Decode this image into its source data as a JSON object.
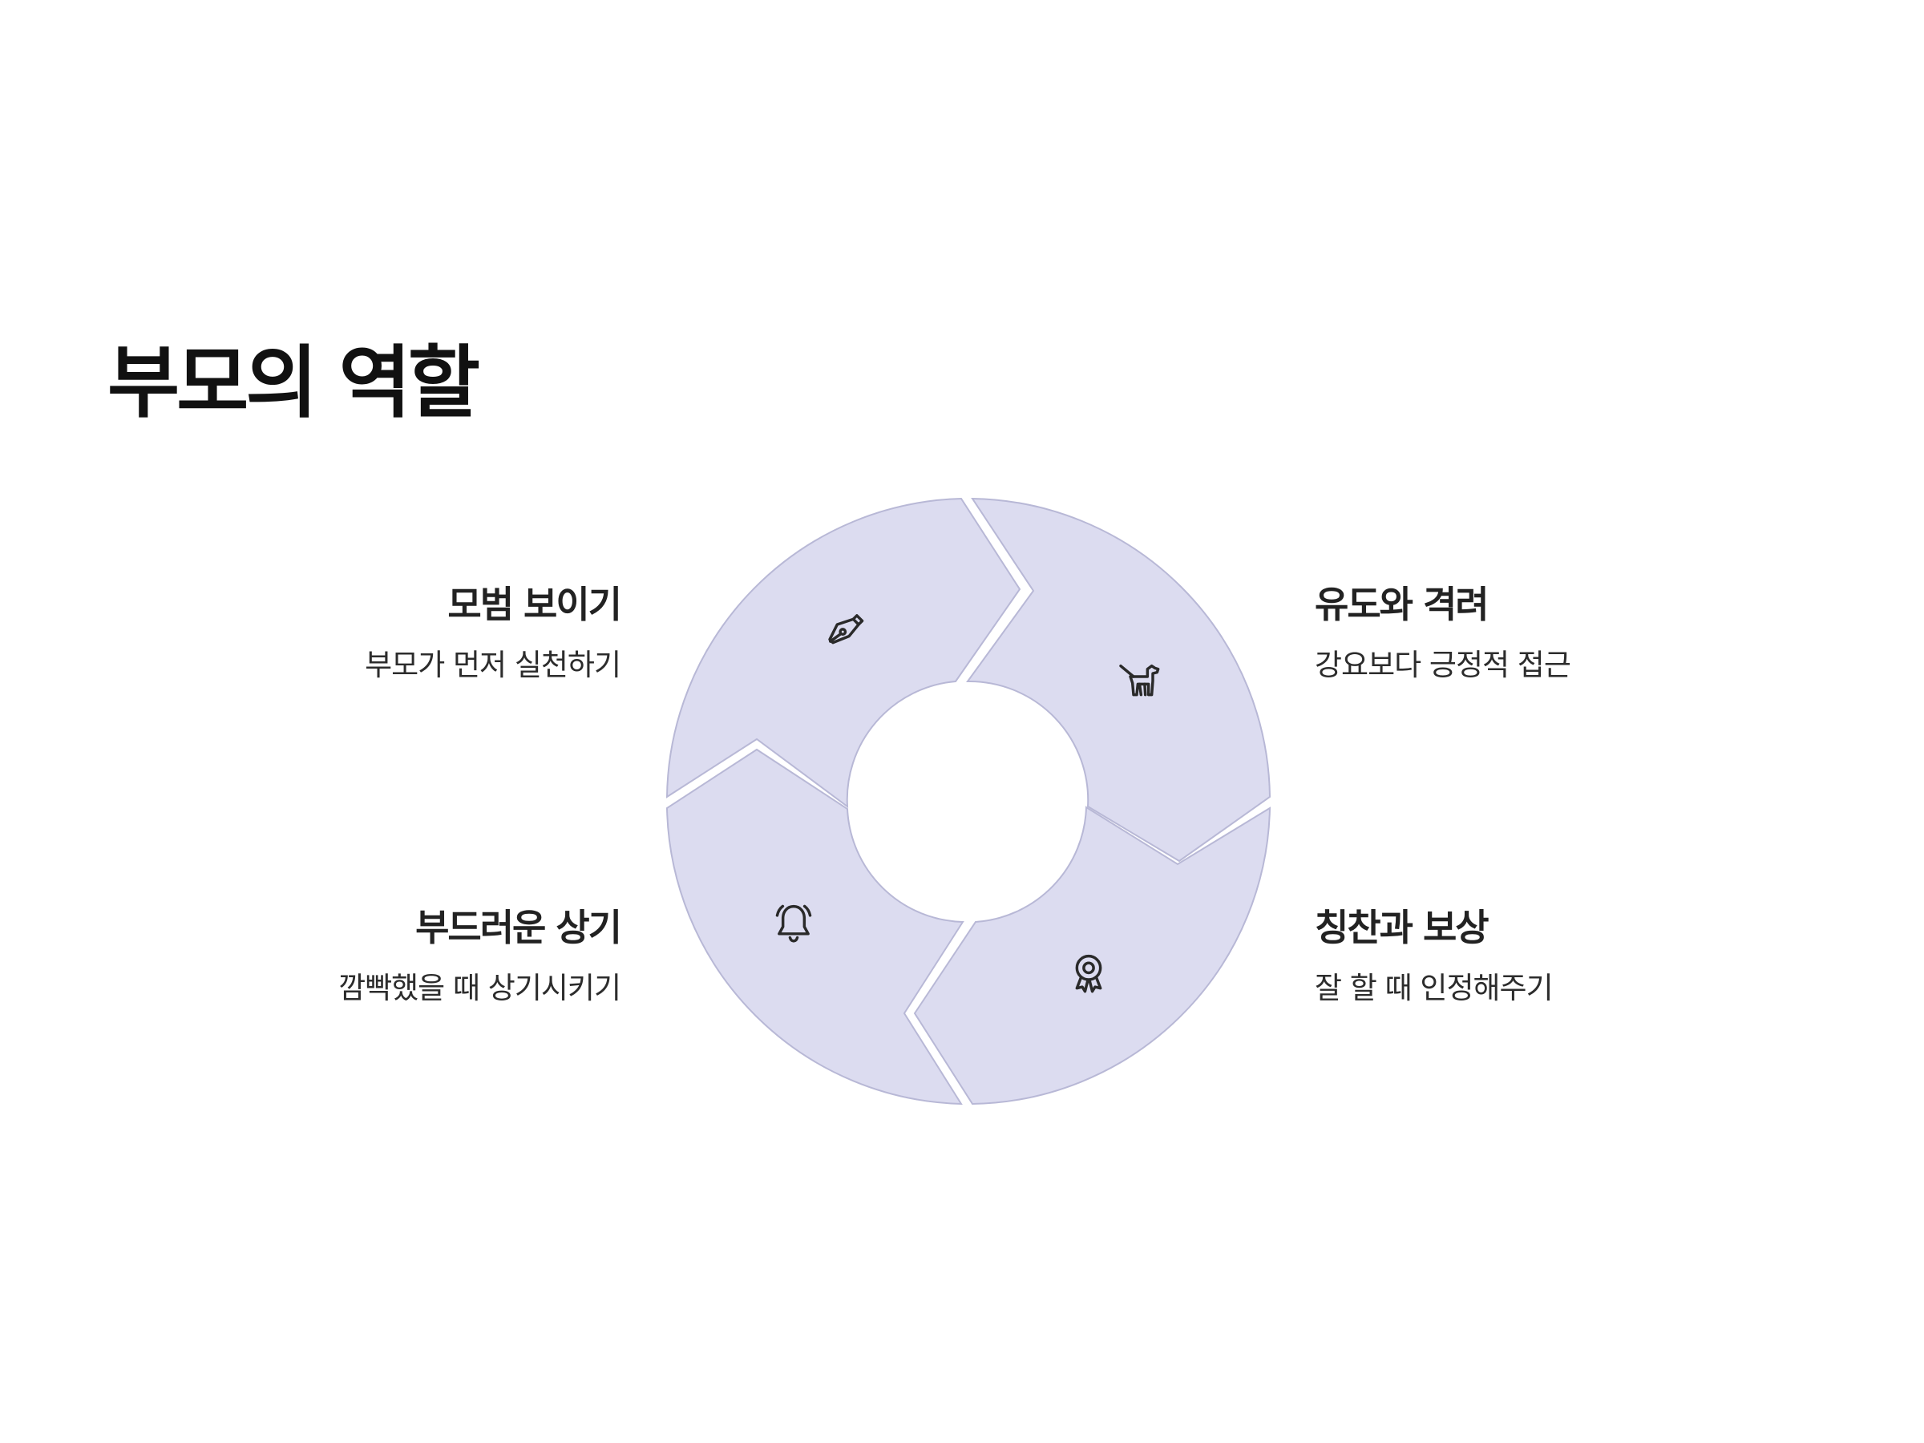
{
  "title": "부모의 역할",
  "colors": {
    "segment_fill": "#dcdcf0",
    "segment_stroke": "#b8b8d6",
    "text": "#222222"
  },
  "items": [
    {
      "title": "모범 보이기",
      "description": "부모가 먼저 실천하기",
      "icon": "fountain-pen-icon"
    },
    {
      "title": "유도와 격려",
      "description": "강요보다 긍정적 접근",
      "icon": "dog-on-leash-icon"
    },
    {
      "title": "칭찬과 보상",
      "description": "잘 할 때 인정해주기",
      "icon": "award-badge-icon"
    },
    {
      "title": "부드러운 상기",
      "description": "깜빡했을 때 상기시키기",
      "icon": "bell-icon"
    }
  ]
}
